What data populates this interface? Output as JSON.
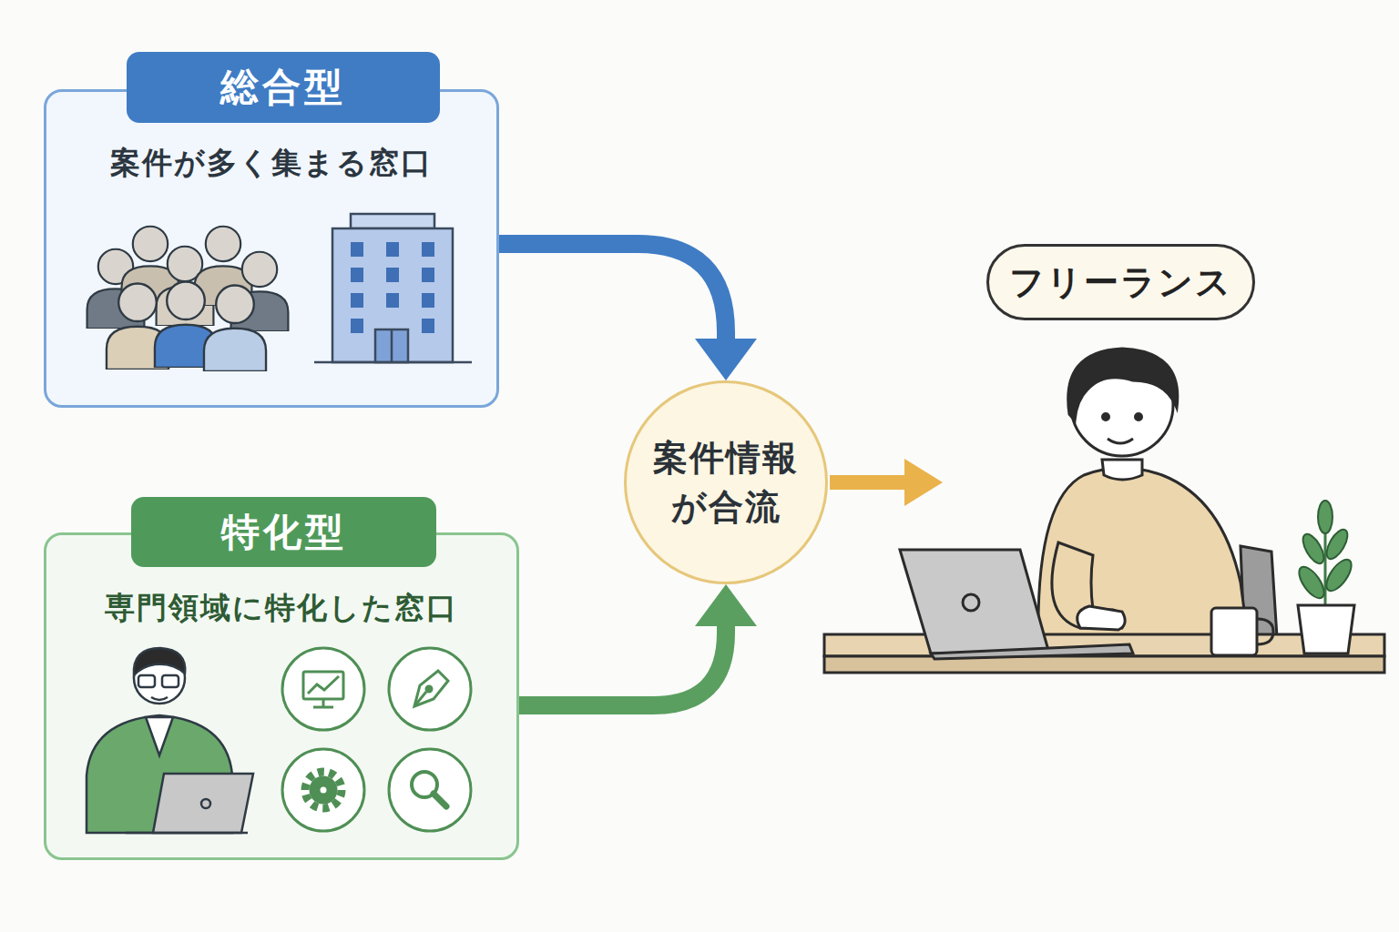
{
  "diagram": {
    "nodes": [
      {
        "text": [
          "総合型",
          "案件が多く集まる窓口"
        ]
      },
      {
        "text": [
          "特化型",
          "専門領域に特化した窓口"
        ]
      },
      {
        "text": [
          "案件情報 が合流"
        ]
      },
      {
        "text": [
          "フリーランス"
        ]
      }
    ],
    "edges": [
      {
        "from": 0,
        "to": 2,
        "arrow": "to"
      },
      {
        "from": 1,
        "to": 2,
        "arrow": "to"
      },
      {
        "from": 2,
        "to": 3,
        "arrow": "to"
      }
    ]
  }
}
